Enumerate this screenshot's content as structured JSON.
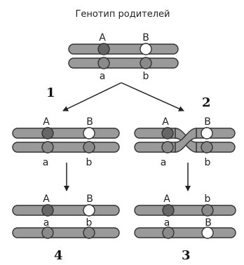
{
  "title": "Генотип родителей",
  "colors": {
    "chromosome_fill": "#9a9a9a",
    "chromosome_stroke": "#333333",
    "dominant_a": "#666666",
    "dominant_b": "#ffffff",
    "recessive": "#8a8a8a"
  },
  "step_numbers": {
    "no_crossover": "1",
    "crossover": "2",
    "crossover_result": "3",
    "parental_result": "4"
  },
  "parent": {
    "top": {
      "left_allele": "A",
      "right_allele": "B"
    },
    "bottom": {
      "left_allele": "a",
      "right_allele": "b"
    }
  },
  "branch_1": {
    "top": {
      "left_allele": "A",
      "right_allele": "B"
    },
    "bottom": {
      "left_allele": "a",
      "right_allele": "b"
    }
  },
  "branch_2": {
    "top": {
      "left_allele": "A",
      "right_allele": "B"
    },
    "bottom": {
      "left_allele": "a",
      "right_allele": "b"
    }
  },
  "result_4": {
    "top": {
      "left_allele": "A",
      "right_allele": "B"
    },
    "bottom": {
      "left_allele": "a",
      "right_allele": "b"
    }
  },
  "result_3": {
    "top": {
      "left_allele": "A",
      "right_allele": "b"
    },
    "bottom": {
      "left_allele": "a",
      "right_allele": "B"
    }
  }
}
